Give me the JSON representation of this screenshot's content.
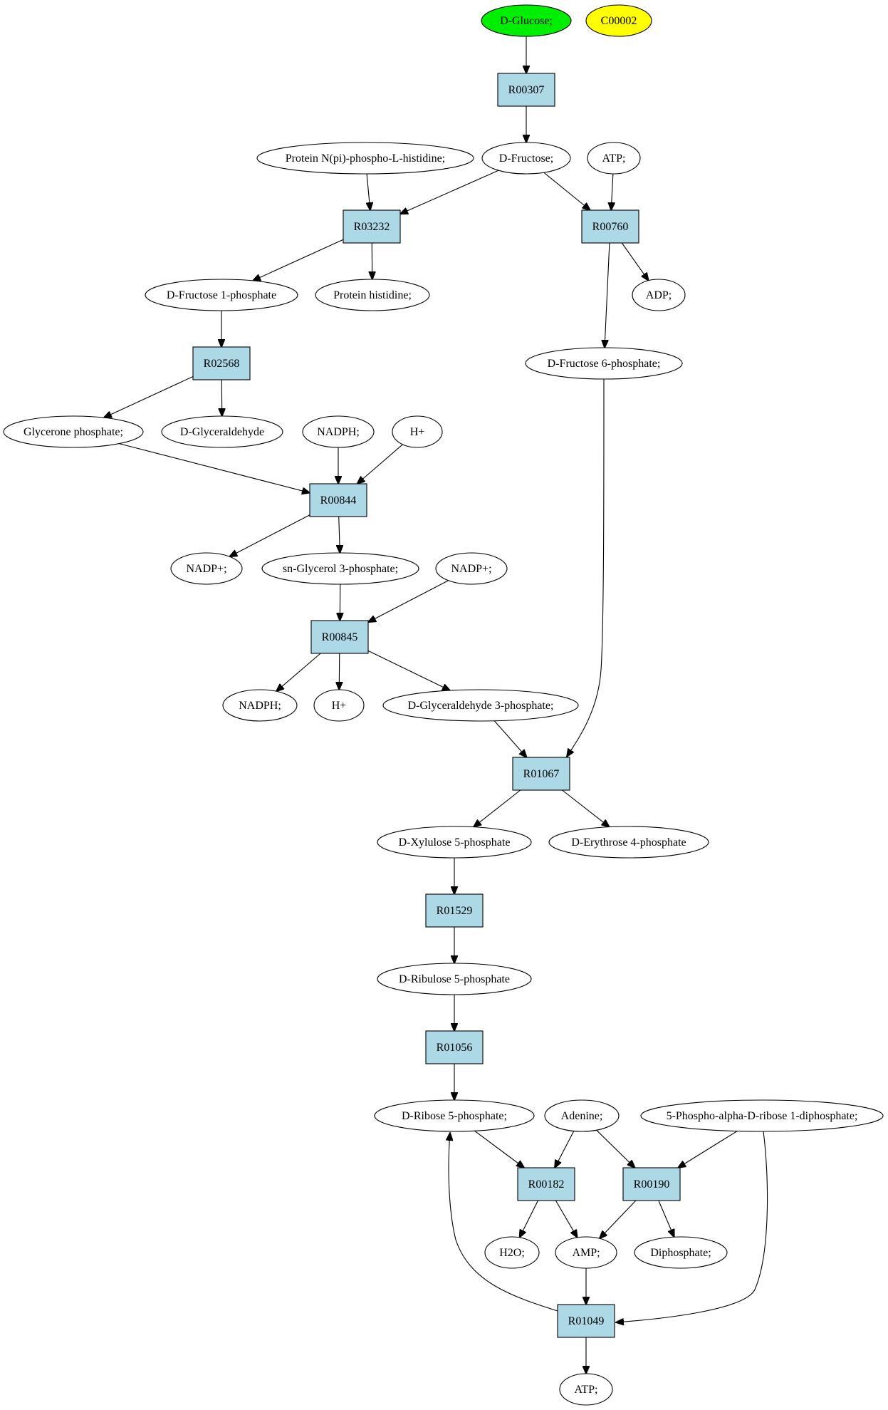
{
  "colors": {
    "start_fill": "#00ee00",
    "target_fill": "#ffff00",
    "reaction_fill": "#add8e6",
    "compound_fill": "#ffffff"
  },
  "nodes": [
    {
      "id": "glucose",
      "label": "D-Glucose;",
      "kind": "start"
    },
    {
      "id": "c00002",
      "label": "C00002",
      "kind": "target"
    },
    {
      "id": "r00307",
      "label": "R00307",
      "kind": "reaction"
    },
    {
      "id": "fructose",
      "label": "D-Fructose;",
      "kind": "compound"
    },
    {
      "id": "protein_nphis",
      "label": "Protein N(pi)-phospho-L-histidine;",
      "kind": "compound"
    },
    {
      "id": "atp1",
      "label": "ATP;",
      "kind": "compound"
    },
    {
      "id": "r03232",
      "label": "R03232",
      "kind": "reaction"
    },
    {
      "id": "r00760",
      "label": "R00760",
      "kind": "reaction"
    },
    {
      "id": "f1p",
      "label": "D-Fructose 1-phosphate",
      "kind": "compound"
    },
    {
      "id": "protein_his",
      "label": "Protein histidine;",
      "kind": "compound"
    },
    {
      "id": "adp",
      "label": "ADP;",
      "kind": "compound"
    },
    {
      "id": "r02568",
      "label": "R02568",
      "kind": "reaction"
    },
    {
      "id": "f6p",
      "label": "D-Fructose 6-phosphate;",
      "kind": "compound"
    },
    {
      "id": "glycerone_p",
      "label": "Glycerone phosphate;",
      "kind": "compound"
    },
    {
      "id": "glyceraldehyde",
      "label": "D-Glyceraldehyde",
      "kind": "compound"
    },
    {
      "id": "nadph1",
      "label": "NADPH;",
      "kind": "compound"
    },
    {
      "id": "hplus1",
      "label": "H+",
      "kind": "compound"
    },
    {
      "id": "r00844",
      "label": "R00844",
      "kind": "reaction"
    },
    {
      "id": "nadp1",
      "label": "NADP+;",
      "kind": "compound"
    },
    {
      "id": "glycerol3p",
      "label": "sn-Glycerol 3-phosphate;",
      "kind": "compound"
    },
    {
      "id": "nadp2",
      "label": "NADP+;",
      "kind": "compound"
    },
    {
      "id": "r00845",
      "label": "R00845",
      "kind": "reaction"
    },
    {
      "id": "nadph2",
      "label": "NADPH;",
      "kind": "compound"
    },
    {
      "id": "hplus2",
      "label": "H+",
      "kind": "compound"
    },
    {
      "id": "g3p",
      "label": "D-Glyceraldehyde 3-phosphate;",
      "kind": "compound"
    },
    {
      "id": "r01067",
      "label": "R01067",
      "kind": "reaction"
    },
    {
      "id": "xu5p",
      "label": "D-Xylulose 5-phosphate",
      "kind": "compound"
    },
    {
      "id": "e4p",
      "label": "D-Erythrose 4-phosphate",
      "kind": "compound"
    },
    {
      "id": "r01529",
      "label": "R01529",
      "kind": "reaction"
    },
    {
      "id": "ru5p",
      "label": "D-Ribulose 5-phosphate",
      "kind": "compound"
    },
    {
      "id": "r01056",
      "label": "R01056",
      "kind": "reaction"
    },
    {
      "id": "r5p",
      "label": "D-Ribose 5-phosphate;",
      "kind": "compound"
    },
    {
      "id": "adenine",
      "label": "Adenine;",
      "kind": "compound"
    },
    {
      "id": "prpp",
      "label": "5-Phospho-alpha-D-ribose 1-diphosphate;",
      "kind": "compound"
    },
    {
      "id": "r00182",
      "label": "R00182",
      "kind": "reaction"
    },
    {
      "id": "r00190",
      "label": "R00190",
      "kind": "reaction"
    },
    {
      "id": "h2o",
      "label": "H2O;",
      "kind": "compound"
    },
    {
      "id": "amp",
      "label": "AMP;",
      "kind": "compound"
    },
    {
      "id": "diphosphate",
      "label": "Diphosphate;",
      "kind": "compound"
    },
    {
      "id": "r01049",
      "label": "R01049",
      "kind": "reaction"
    },
    {
      "id": "atp2",
      "label": "ATP;",
      "kind": "compound"
    }
  ],
  "edges": [
    [
      "glucose",
      "r00307"
    ],
    [
      "r00307",
      "fructose"
    ],
    [
      "protein_nphis",
      "r03232"
    ],
    [
      "fructose",
      "r03232"
    ],
    [
      "fructose",
      "r00760"
    ],
    [
      "atp1",
      "r00760"
    ],
    [
      "r03232",
      "f1p"
    ],
    [
      "r03232",
      "protein_his"
    ],
    [
      "r00760",
      "adp"
    ],
    [
      "r00760",
      "f6p"
    ],
    [
      "f1p",
      "r02568"
    ],
    [
      "r02568",
      "glycerone_p"
    ],
    [
      "r02568",
      "glyceraldehyde"
    ],
    [
      "glycerone_p",
      "r00844"
    ],
    [
      "nadph1",
      "r00844"
    ],
    [
      "hplus1",
      "r00844"
    ],
    [
      "r00844",
      "nadp1"
    ],
    [
      "r00844",
      "glycerol3p"
    ],
    [
      "glycerol3p",
      "r00845"
    ],
    [
      "nadp2",
      "r00845"
    ],
    [
      "r00845",
      "nadph2"
    ],
    [
      "r00845",
      "hplus2"
    ],
    [
      "r00845",
      "g3p"
    ],
    [
      "g3p",
      "r01067"
    ],
    [
      "f6p",
      "r01067"
    ],
    [
      "r01067",
      "xu5p"
    ],
    [
      "r01067",
      "e4p"
    ],
    [
      "xu5p",
      "r01529"
    ],
    [
      "r01529",
      "ru5p"
    ],
    [
      "ru5p",
      "r01056"
    ],
    [
      "r01056",
      "r5p"
    ],
    [
      "r5p",
      "r00182"
    ],
    [
      "adenine",
      "r00182"
    ],
    [
      "adenine",
      "r00190"
    ],
    [
      "prpp",
      "r00190"
    ],
    [
      "r00182",
      "h2o"
    ],
    [
      "r00182",
      "amp"
    ],
    [
      "r00190",
      "amp"
    ],
    [
      "r00190",
      "diphosphate"
    ],
    [
      "amp",
      "r01049"
    ],
    [
      "prpp",
      "r01049"
    ],
    [
      "r01049",
      "r5p"
    ],
    [
      "r01049",
      "atp2"
    ]
  ]
}
